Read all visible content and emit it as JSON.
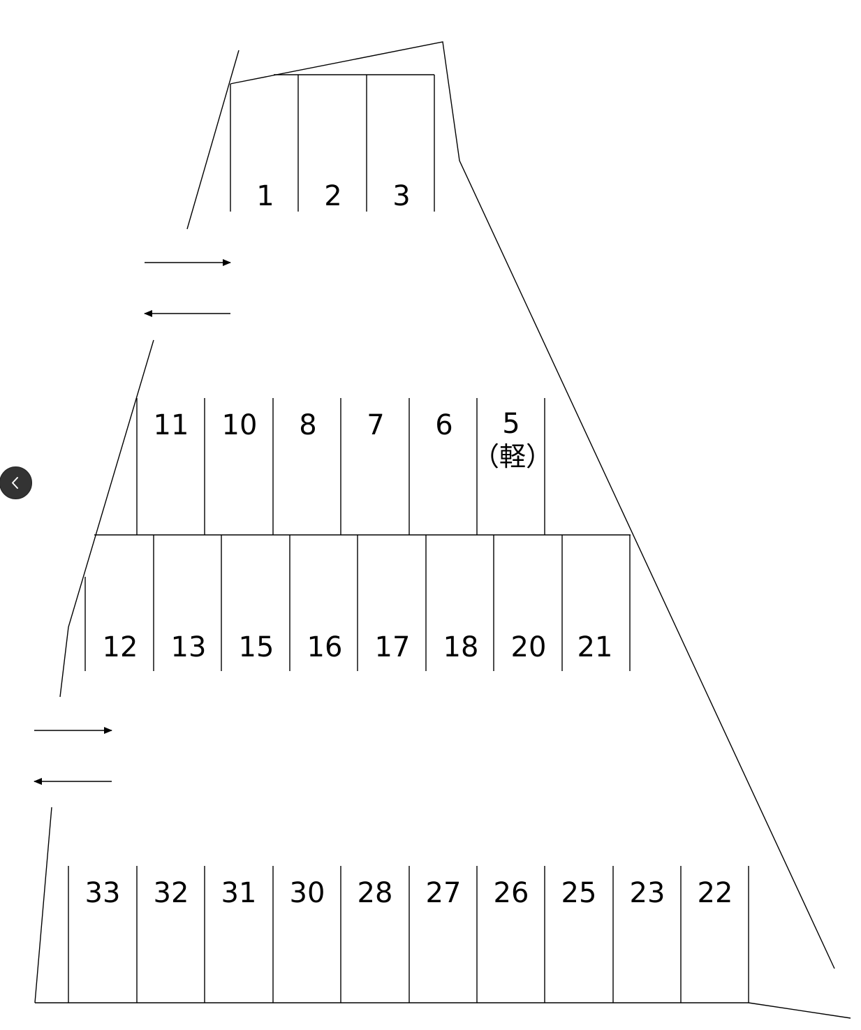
{
  "diagram": {
    "row_top": [
      "1",
      "2",
      "3"
    ],
    "row_second": [
      "11",
      "10",
      "8",
      "7",
      "6",
      "5"
    ],
    "row_second_note": "（軽）",
    "row_third": [
      "12",
      "13",
      "15",
      "16",
      "17",
      "18",
      "20",
      "21"
    ],
    "row_bottom": [
      "33",
      "32",
      "31",
      "30",
      "28",
      "27",
      "26",
      "25",
      "23",
      "22"
    ]
  },
  "icons": {
    "back": "chevron-left-icon",
    "entry": "arrow-right-icon",
    "exit": "arrow-left-icon"
  },
  "colors": {
    "line": "#000000",
    "button": "#333333"
  }
}
